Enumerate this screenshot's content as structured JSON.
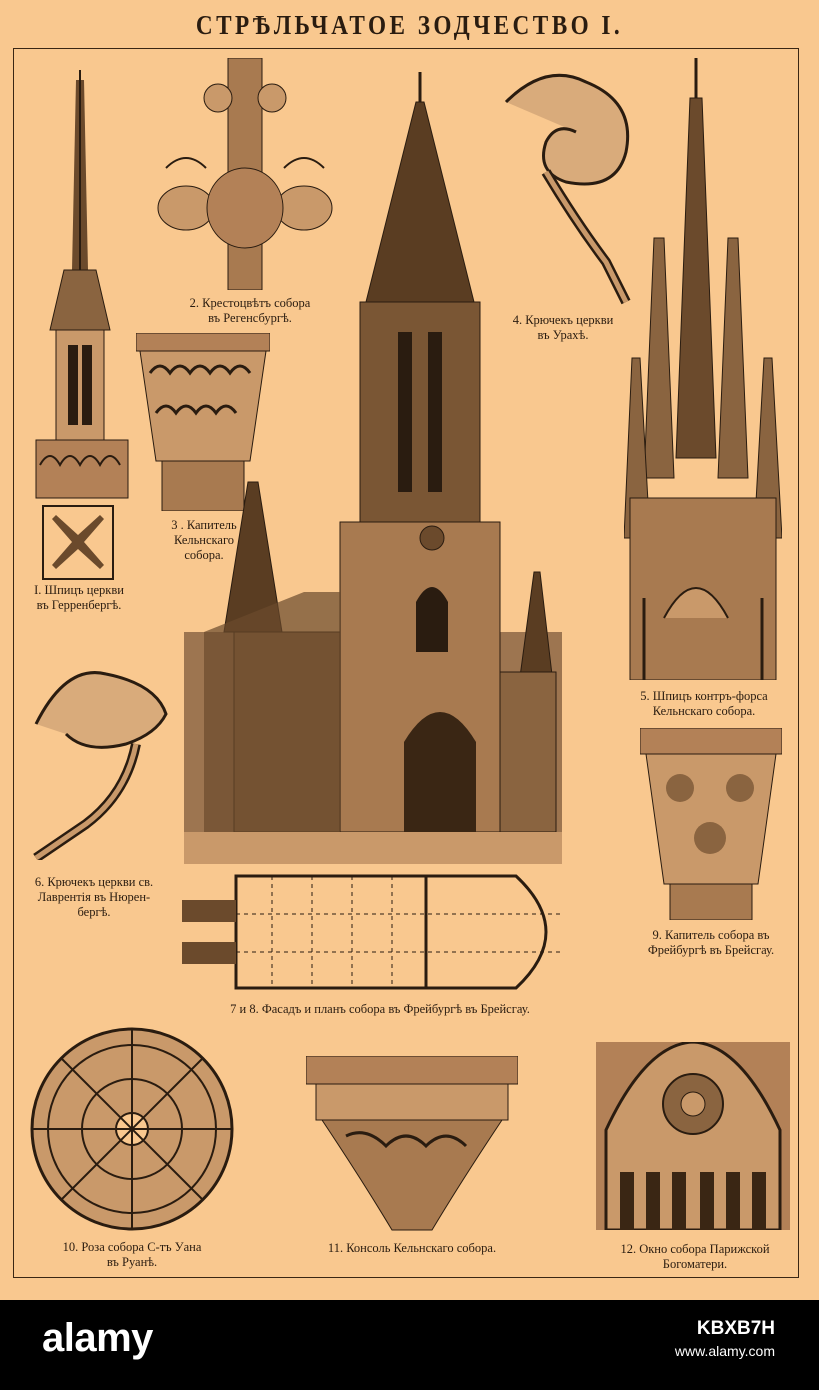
{
  "plate": {
    "title": "СТРѢЛЬЧАТОЕ ЗОДЧЕСТВО I."
  },
  "figures": [
    {
      "id": "1",
      "lines": [
        "I. Шпицъ церкви",
        "въ Герренбергѣ."
      ]
    },
    {
      "id": "2",
      "lines": [
        "2. Крестоцвѣтъ собора",
        "въ Регенсбургѣ."
      ]
    },
    {
      "id": "3",
      "lines": [
        "3 . Капитель",
        "Кельнскаго",
        "собора."
      ]
    },
    {
      "id": "4",
      "lines": [
        "4. Крючекъ церкви",
        "въ Урахѣ."
      ]
    },
    {
      "id": "5",
      "lines": [
        "5. Шпицъ контръ-форса",
        "Кельнскаго собора."
      ]
    },
    {
      "id": "6",
      "lines": [
        "6. Крючекъ церкви св.",
        "Лаврентія въ Нюрен-",
        "бергѣ."
      ]
    },
    {
      "id": "7-8",
      "lines": [
        "7 и 8. Фасадъ и планъ собора въ Фрейбургѣ въ Брейсгау."
      ]
    },
    {
      "id": "9",
      "lines": [
        "9. Капитель собора въ",
        "Фрейбургѣ въ Брейсгау."
      ]
    },
    {
      "id": "10",
      "lines": [
        "10. Роза собора С-тъ Уана",
        "въ Руанѣ."
      ]
    },
    {
      "id": "11",
      "lines": [
        "11. Консоль Кельнскаго собора."
      ]
    },
    {
      "id": "12",
      "lines": [
        "12. Окно собора Парижской",
        "Богоматери."
      ]
    }
  ],
  "watermark": {
    "text": "alamy",
    "image_id": "KBXB7H",
    "url": "www.alamy.com"
  },
  "colors": {
    "paper": "#f9c88f",
    "ink": "#2a1c10",
    "band": "#000000"
  }
}
